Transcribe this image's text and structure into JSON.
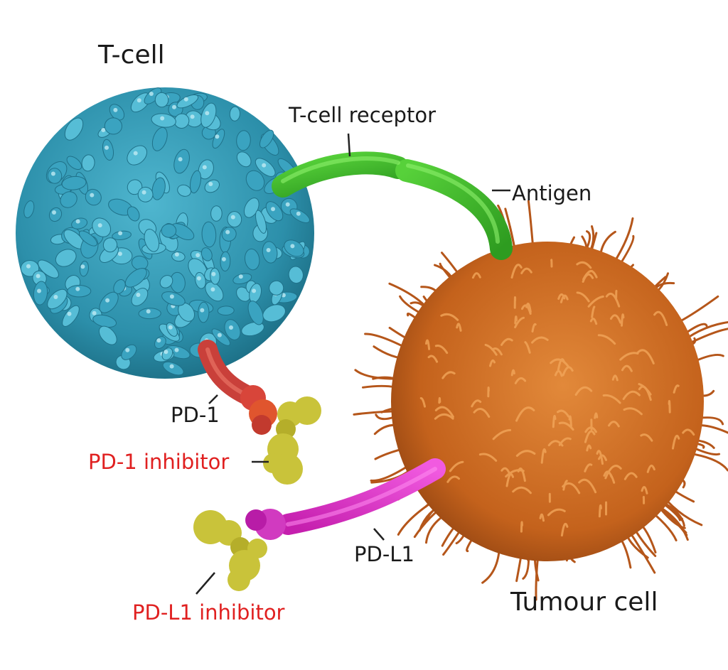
{
  "labels": {
    "t_cell": "T-cell",
    "tumour_cell": "Tumour cell",
    "t_cell_receptor": "T-cell receptor",
    "antigen": "Antigen",
    "pd1": "PD-1",
    "pd1_inhibitor": "PD-1 inhibitor",
    "pdl1": "PD-L1",
    "pdl1_inhibitor": "PD-L1 inhibitor"
  },
  "colors": {
    "t_cell": "#2f93b0",
    "t_cell_highlight": "#7fd0e2",
    "tumour_cell": "#c4621c",
    "tumour_highlight": "#f0a350",
    "receptor_antigen": "#3fb82a",
    "pd1": "#d8453a",
    "pdl1": "#e63ad0",
    "inhibitor": "#c9c33a",
    "inhibitor_label": "#e02020",
    "leader_line": "#222222"
  }
}
